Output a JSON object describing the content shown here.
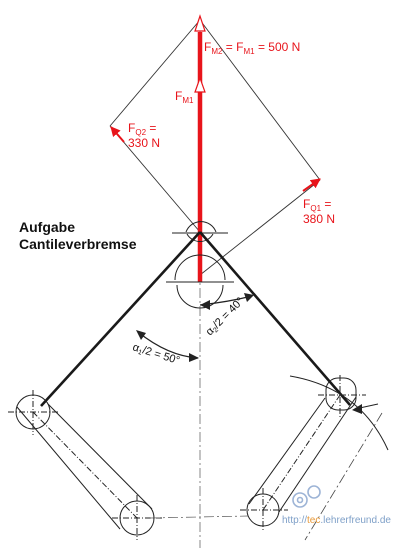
{
  "title": {
    "line1": "Aufgabe",
    "line2": "Cantileverbremse"
  },
  "forces": {
    "fm1": {
      "main": "F",
      "sub": "M1"
    },
    "fm2_eq": {
      "p1": "F",
      "s1": "M2",
      "p2": " = F",
      "s2": "M1",
      "p3": " = 500 N"
    },
    "fq1": {
      "main": "F",
      "sub": "Q1",
      "tail": " =",
      "value": "380 N"
    },
    "fq2": {
      "main": "F",
      "sub": "Q2",
      "tail": " =",
      "value": "330 N"
    }
  },
  "angles": {
    "alpha1": {
      "sym": "α",
      "sub": "1",
      "rest": "/2 = 50°"
    },
    "alpha2": {
      "sym": "α",
      "sub": "2",
      "rest": "/2 = 40°"
    }
  },
  "watermark": {
    "prefix": "http://",
    "highlight": "tec",
    "rest": ".lehrerfreund.de"
  },
  "colors": {
    "force": "#e8141b",
    "line": "#1a1a1a",
    "thin": "#333333",
    "watermark": "#7fa0c8"
  }
}
